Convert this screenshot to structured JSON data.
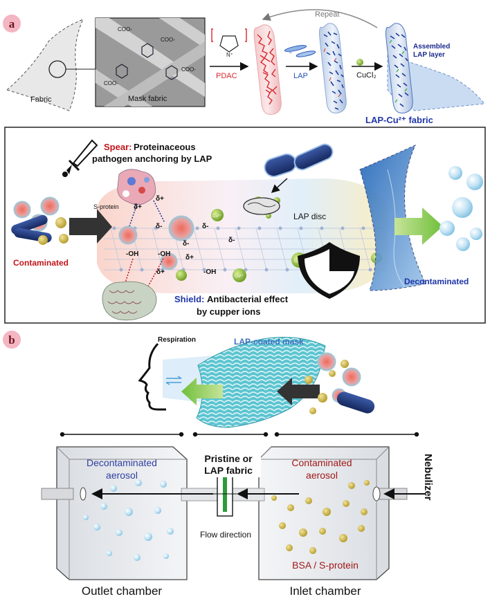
{
  "panel_a": {
    "badge": "a",
    "repeat": "Repeat",
    "fabric": "Fabric",
    "mask_fabric": "Mask fabric",
    "coo_label": "COO-",
    "pdac": "PDAC",
    "lap": "LAP",
    "cucl2": "CuCl₂",
    "assembled_line1": "Assembled",
    "assembled_line2": "LAP layer",
    "product": "LAP-Cu²⁺ fabric",
    "spear_word": "Spear:",
    "spear_text1": " Proteinaceous",
    "spear_text2": "pathogen anchoring by LAP",
    "s_protein": "S-protein",
    "lap_disc": "LAP disc",
    "contaminated": "Contaminated",
    "decontaminated": "Decontaminated",
    "shield_word": "Shield:",
    "shield_text1": " Antibacterial effect",
    "shield_text2": "by cupper ions",
    "oh": "-OH",
    "delta_plus": "δ+",
    "delta_minus": "δ-",
    "cu": "Cu²⁺"
  },
  "panel_b": {
    "badge": "b",
    "respiration": "Respiration",
    "mask": "LAP-coated mask",
    "pristine_line1": "Pristine or",
    "pristine_line2": "LAP fabric",
    "decon_line1": "Decontaminated",
    "decon_line2": "aerosol",
    "contam_line1": "Contaminated",
    "contam_line2": "aerosol",
    "nebulizer": "Nebulizer",
    "flow": "Flow direction",
    "bsa": "BSA / S-protein",
    "outlet": "Outlet chamber",
    "inlet": "Inlet chamber"
  },
  "colors": {
    "badge": "#f4b6c2",
    "red_text": "#c0161c",
    "blue_text": "#1f35a8",
    "dark_blue": "#1a2a8c",
    "pdac_red": "#d8262c",
    "lap_blue": "#2452b8",
    "cu_green": "#7fae33"
  }
}
